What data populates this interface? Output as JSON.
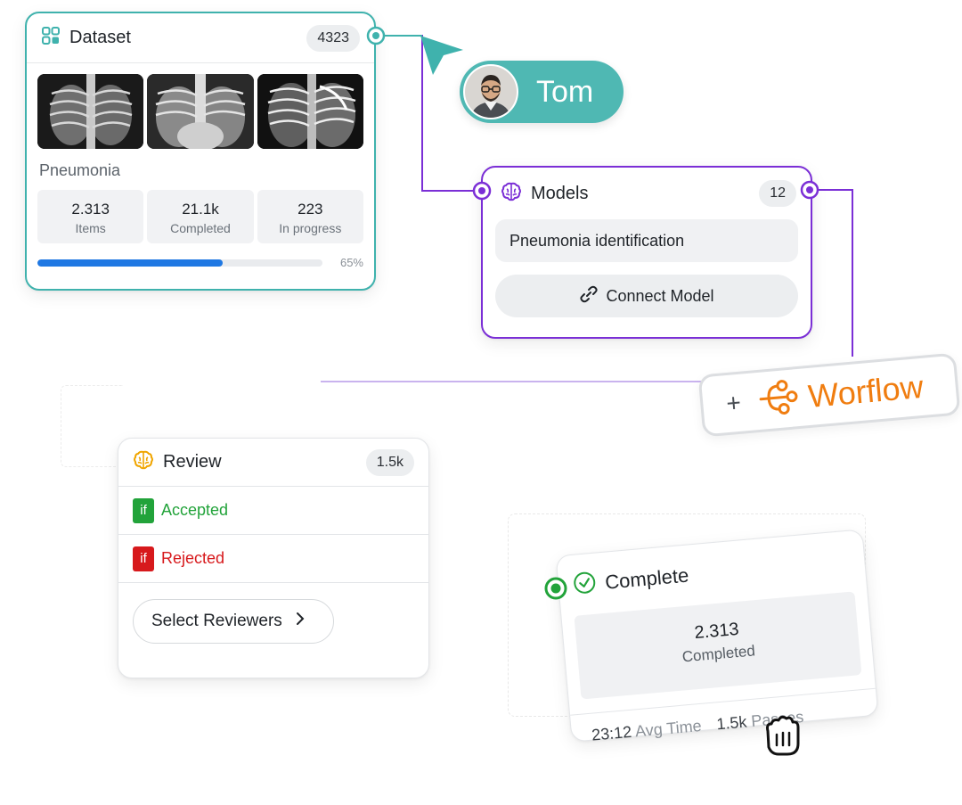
{
  "dataset": {
    "title": "Dataset",
    "count": "4323",
    "subtitle": "Pneumonia",
    "stats": [
      {
        "value": "2.313",
        "label": "Items"
      },
      {
        "value": "21.1k",
        "label": "Completed"
      },
      {
        "value": "223",
        "label": "In progress"
      }
    ],
    "progress_percent": 65,
    "progress_label": "65%"
  },
  "collaborator": {
    "name": "Tom"
  },
  "models": {
    "title": "Models",
    "count": "12",
    "model_name": "Pneumonia identification",
    "connect_label": "Connect Model"
  },
  "workflow": {
    "plus": "+",
    "label": "Worflow"
  },
  "review": {
    "title": "Review",
    "count": "1.5k",
    "conditions": [
      {
        "tag": "if",
        "label": "Accepted",
        "color": "#22a33a"
      },
      {
        "tag": "if",
        "label": "Rejected",
        "color": "#d7191c"
      }
    ],
    "select_label": "Select Reviewers"
  },
  "complete": {
    "title": "Complete",
    "value": "2.313",
    "value_label": "Completed",
    "avg_time": "23:12",
    "avg_time_label": "Avg Time",
    "passes": "1.5k",
    "passes_label": "Passes"
  },
  "colors": {
    "dataset_accent": "#3fb2ad",
    "models_accent": "#7b2fd6",
    "workflow_accent": "#f07d10",
    "complete_accent": "#22a33a",
    "progress": "#1f78e3"
  }
}
